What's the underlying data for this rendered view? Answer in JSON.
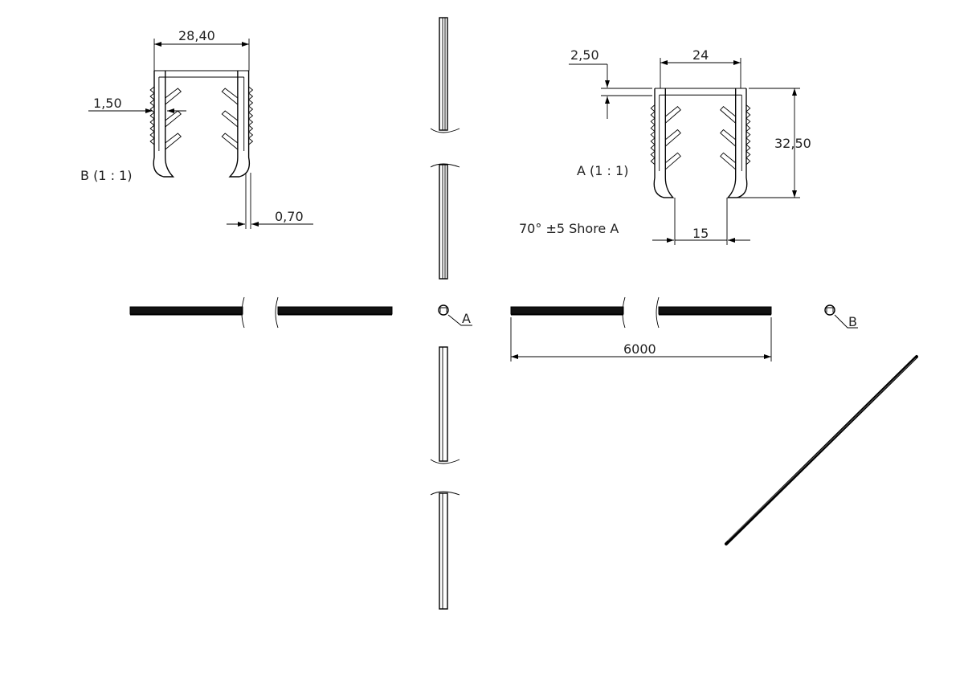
{
  "detail_b": {
    "label": "B (1 : 1)",
    "dim_width": "28,40",
    "dim_wall": "1,50",
    "dim_gap": "0,70"
  },
  "detail_a": {
    "label": "A (1 : 1)",
    "dim_lip": "2,50",
    "dim_inner": "24",
    "dim_height": "32,50",
    "dim_opening": "15",
    "hardness": "70° ±5 Shore A"
  },
  "main_view": {
    "length": "6000",
    "callout_a": "A",
    "callout_b": "B"
  }
}
